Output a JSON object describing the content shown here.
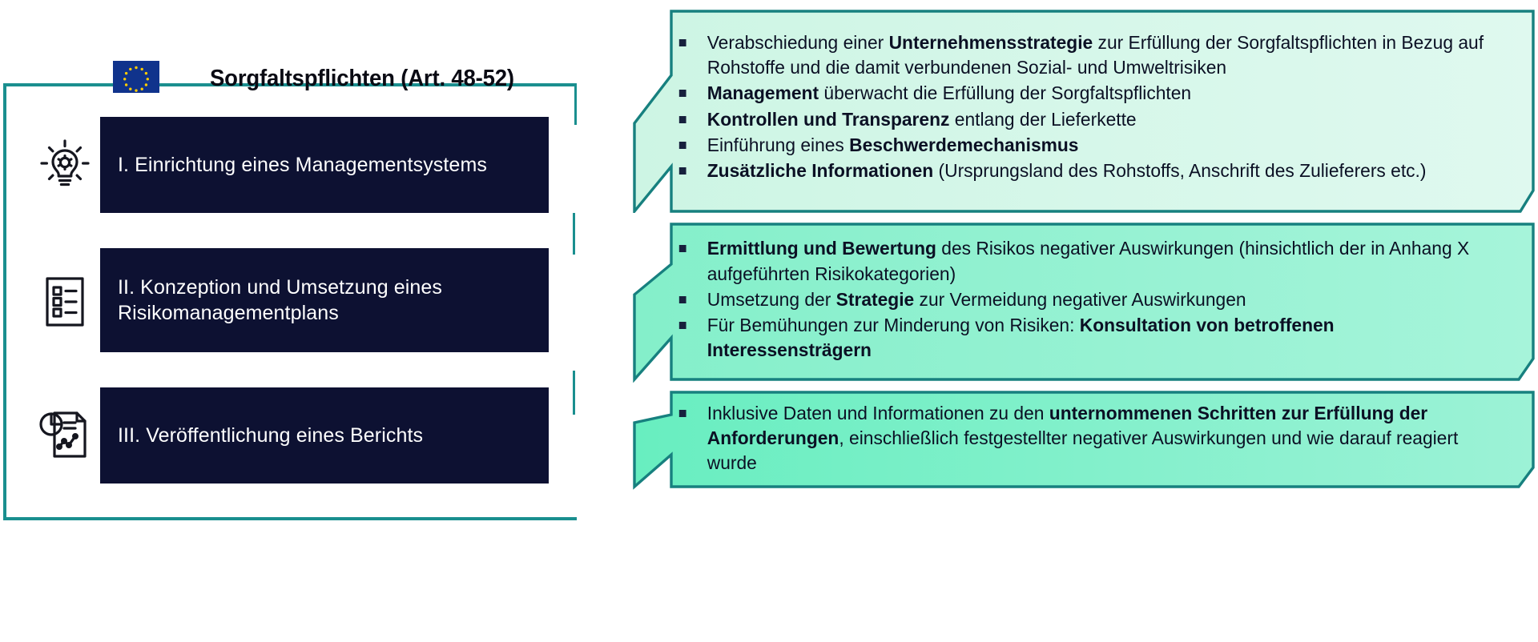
{
  "colors": {
    "teal": "#1a8f8f",
    "navy": "#0d1132",
    "eu_blue": "#10338c",
    "eu_gold": "#ffcc00",
    "mint_light": "#d9f7ec",
    "mint_strong": "#8ef0cc"
  },
  "header": {
    "flag_icon": "eu-flag-icon",
    "title": "Sorgfaltspflichten (Art. 48-52)"
  },
  "steps": [
    {
      "icon": "lightbulb-gear-icon",
      "label": "I. Einrichtung eines Managementsystems"
    },
    {
      "icon": "checklist-icon",
      "label": "II. Konzeption und Umsetzung eines Risikomanagementplans"
    },
    {
      "icon": "report-chart-icon",
      "label": "III. Veröffentlichung eines Berichts"
    }
  ],
  "panels": [
    {
      "bullets": [
        [
          {
            "t": "Verabschiedung einer ",
            "b": false
          },
          {
            "t": "Unternehmensstrategie",
            "b": true
          },
          {
            "t": " zur Erfüllung der  Sorgfaltspflichten in Bezug auf Rohstoffe und die damit verbundenen Sozial- und Umweltrisiken",
            "b": false
          }
        ],
        [
          {
            "t": "Management",
            "b": true
          },
          {
            "t": " überwacht die Erfüllung der Sorgfaltspflichten",
            "b": false
          }
        ],
        [
          {
            "t": "Kontrollen und Transparenz",
            "b": true
          },
          {
            "t": " entlang der Lieferkette",
            "b": false
          }
        ],
        [
          {
            "t": "Einführung eines ",
            "b": false
          },
          {
            "t": "Beschwerdemechanismus",
            "b": true
          }
        ],
        [
          {
            "t": "Zusätzliche Informationen",
            "b": true
          },
          {
            "t": " (Ursprungsland des Rohstoffs, Anschrift des Zulieferers etc.)",
            "b": false
          }
        ]
      ]
    },
    {
      "bullets": [
        [
          {
            "t": "Ermittlung und Bewertung",
            "b": true
          },
          {
            "t": " des Risikos negativer Auswirkungen (hinsichtlich der in Anhang X aufgeführten Risikokategorien)",
            "b": false
          }
        ],
        [
          {
            "t": "Umsetzung der ",
            "b": false
          },
          {
            "t": "Strategie",
            "b": true
          },
          {
            "t": " zur Vermeidung negativer Auswirkungen",
            "b": false
          }
        ],
        [
          {
            "t": "Für Bemühungen zur Minderung von Risiken: ",
            "b": false
          },
          {
            "t": "Konsultation von betroffenen Interessensträgern",
            "b": true
          }
        ]
      ]
    },
    {
      "bullets": [
        [
          {
            "t": "Inklusive Daten und Informationen zu den ",
            "b": false
          },
          {
            "t": "unternommenen Schritten zur Erfüllung der Anforderungen",
            "b": true
          },
          {
            "t": ", einschließlich festgestellter negativer Auswirkungen  und wie darauf reagiert wurde",
            "b": false
          }
        ]
      ]
    }
  ]
}
